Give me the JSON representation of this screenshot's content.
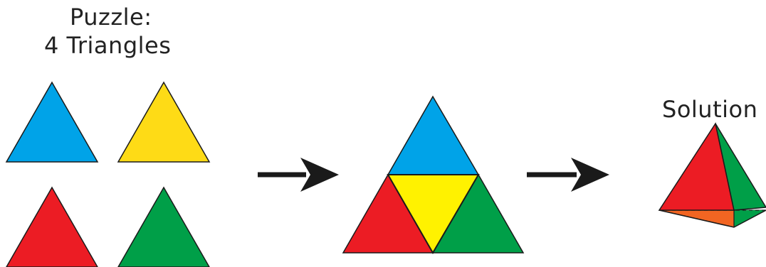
{
  "title_line1": "Puzzle:",
  "title_line2": "4 Triangles",
  "solution_label": "Solution",
  "colors": {
    "blue": "#00a3e8",
    "yellow": "#fedb16",
    "red": "#ec1c24",
    "green": "#009f48",
    "bright_yellow": "#fff200",
    "orange": "#f26522",
    "outline": "#1a1a1a",
    "arrow": "#1a1a1a"
  },
  "pieces": [
    "blue",
    "yellow",
    "red",
    "green"
  ]
}
